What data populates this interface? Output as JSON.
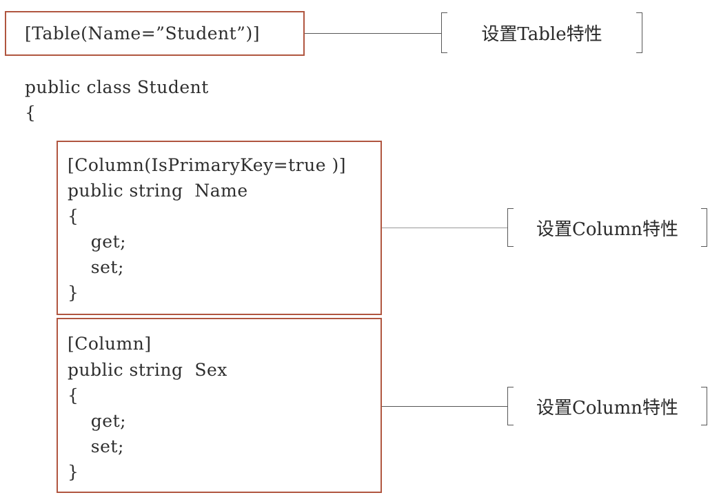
{
  "table_attribute": {
    "code": "[Table(Name=”Student”)]"
  },
  "class_header": {
    "line1": "public class Student",
    "line2": "{"
  },
  "name_property": {
    "line1": "[Column(IsPrimaryKey=true )]",
    "line2": "public string  Name",
    "line3": "{",
    "line4": "    get;",
    "line5": "    set;",
    "line6": "}"
  },
  "sex_property": {
    "line1": "[Column]",
    "line2": "public string  Sex",
    "line3": "{",
    "line4": "    get;",
    "line5": "    set;",
    "line6": "}"
  },
  "callouts": {
    "table": "设置Table特性",
    "column_name": "设置Column特性",
    "column_sex": "设置Column特性"
  },
  "colors": {
    "box_border": "#b0553f",
    "line": "#555555"
  }
}
